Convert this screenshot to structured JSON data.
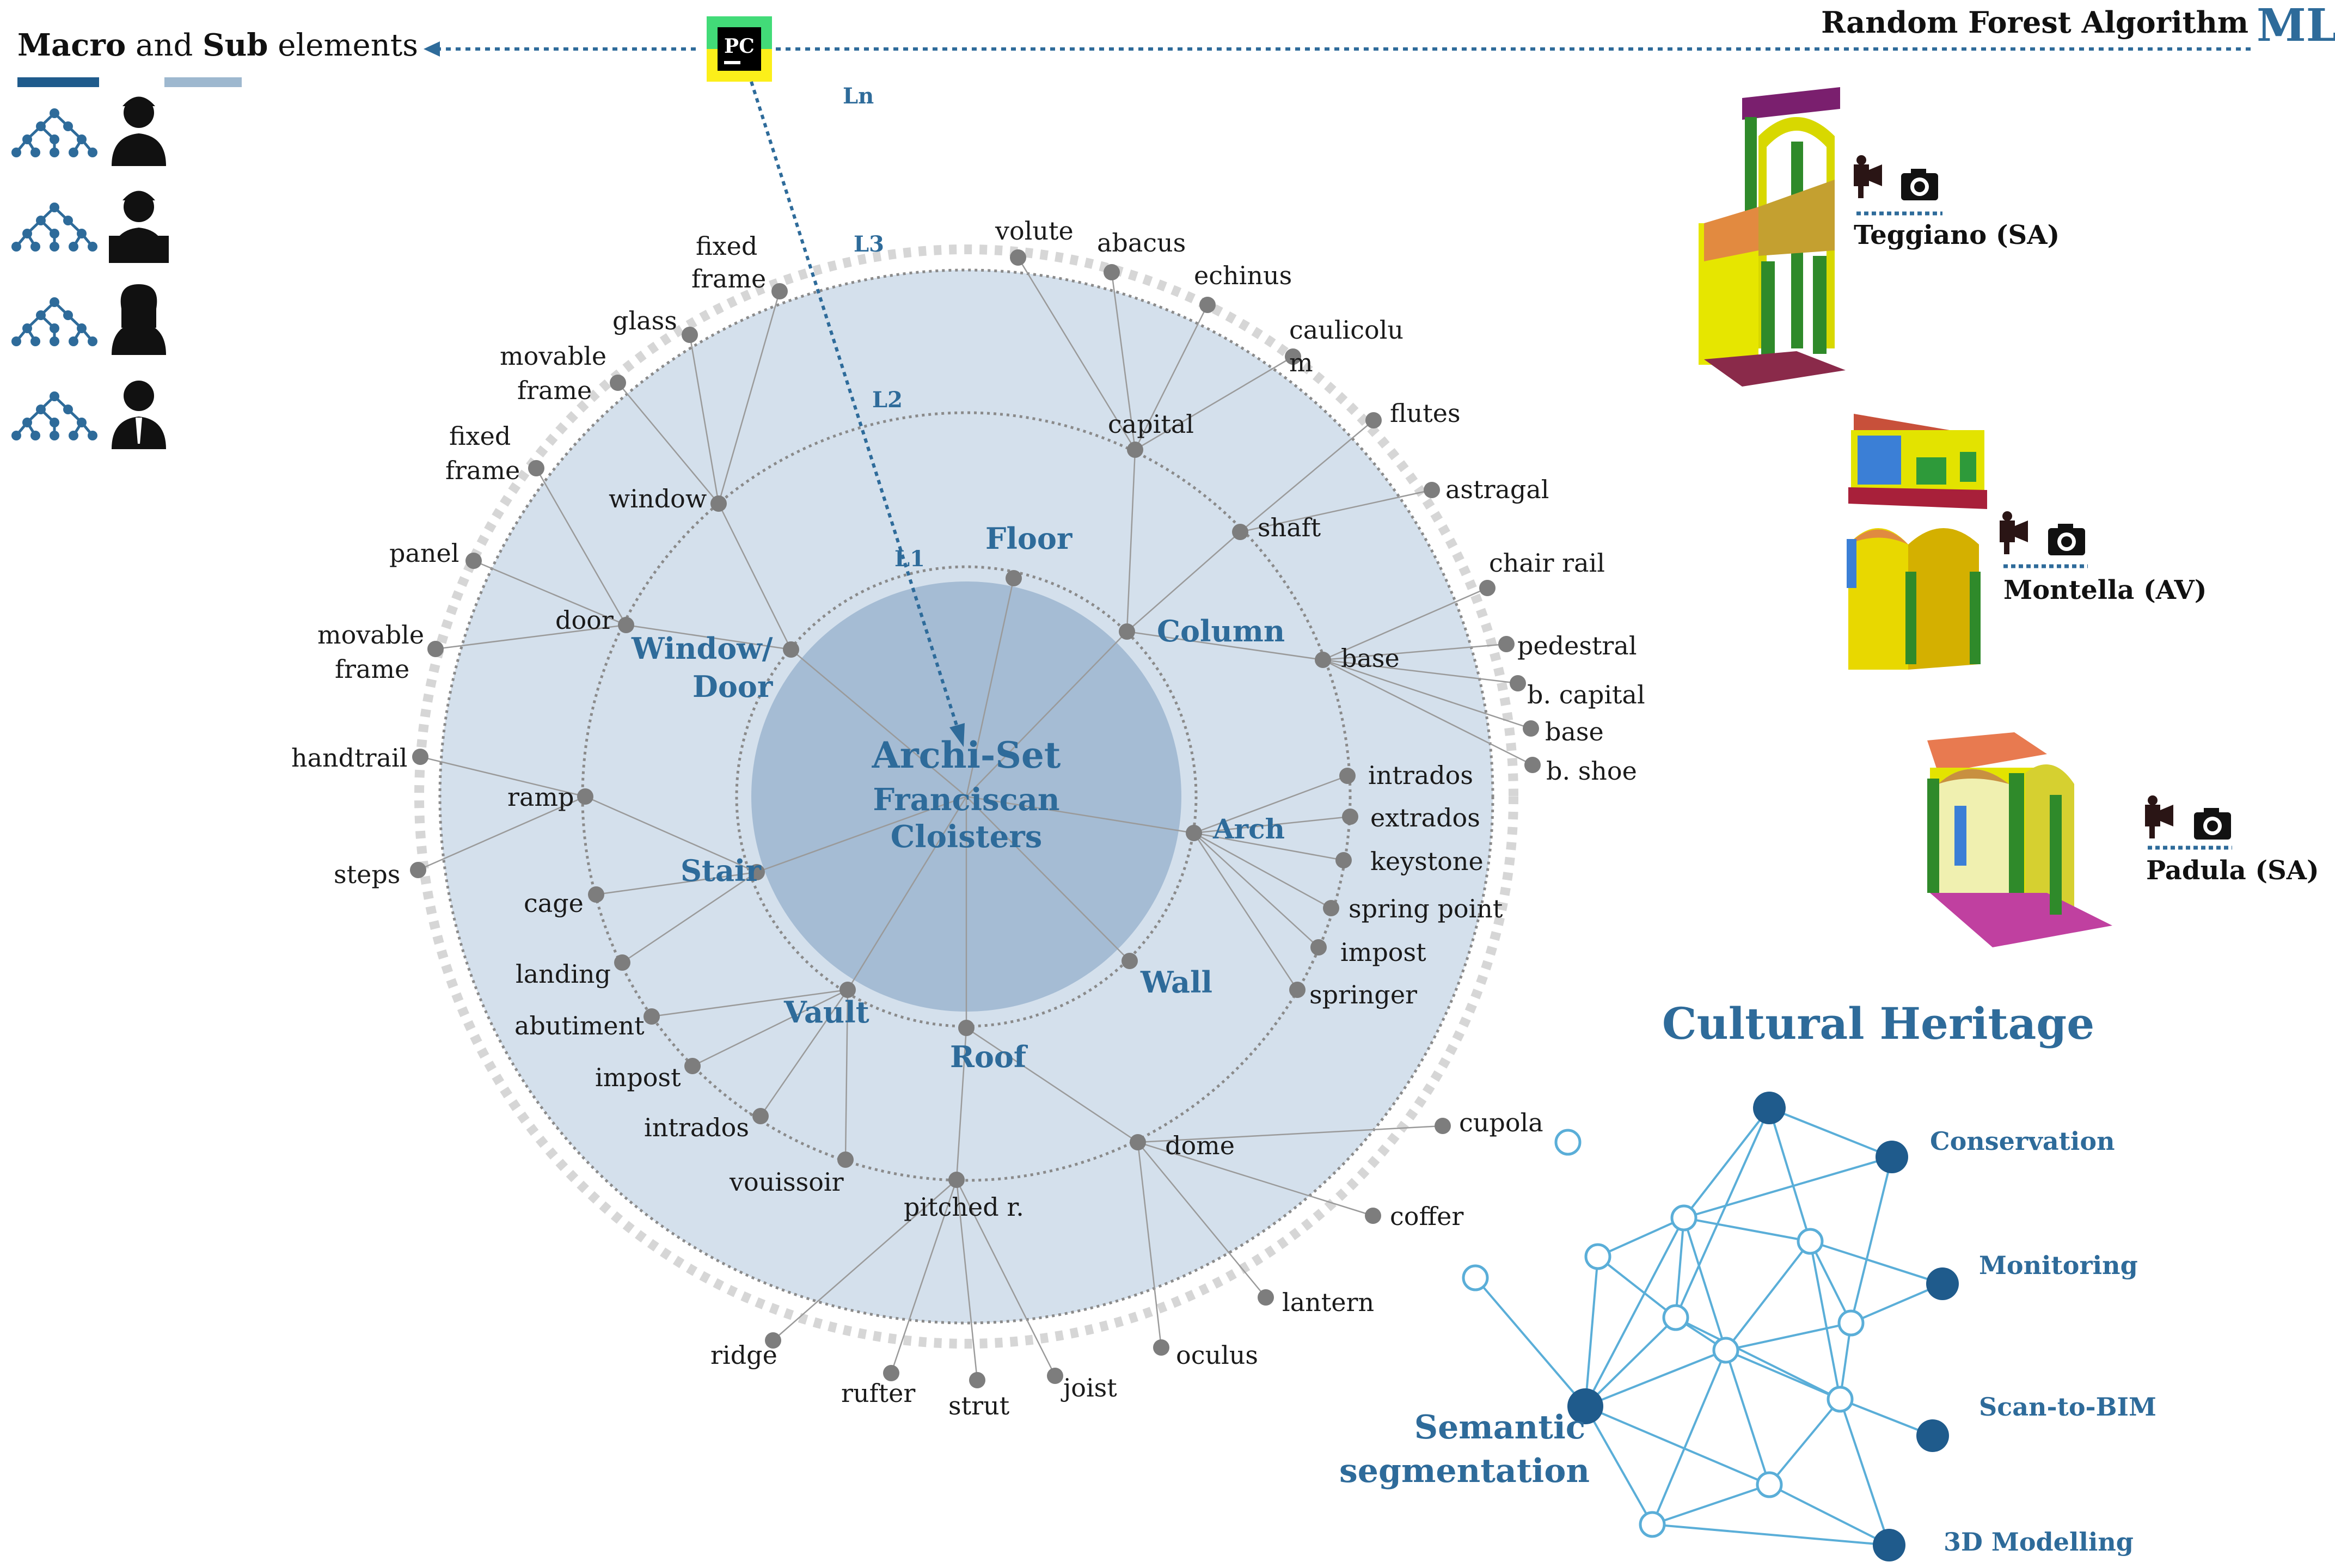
{
  "header": {
    "macro": "Macro",
    "and": " and ",
    "sub": "Sub",
    "elements": " elements",
    "algorithm": "Random Forest Algorithm",
    "ml": "ML",
    "pc_logo": "PC"
  },
  "levels": {
    "ln": "Ln",
    "l3": "L3",
    "l2": "L2",
    "l1": "L1"
  },
  "center": {
    "title": "Archi-Set",
    "line1": "Franciscan",
    "line2": "Cloisters"
  },
  "macro": {
    "floor": "Floor",
    "column": "Column",
    "arch": "Arch",
    "wall": "Wall",
    "roof": "Roof",
    "vault": "Vault",
    "stair": "Stair",
    "window_door_1": "Window/",
    "window_door_2": "Door"
  },
  "l2": {
    "window": "window",
    "door": "door",
    "capital": "capital",
    "shaft": "shaft",
    "base": "base",
    "ramp": "ramp",
    "cage": "cage",
    "landing": "landing",
    "abutiment": "abutiment",
    "impost": "impost",
    "intrados": "intrados",
    "vouissoir": "vouissoir",
    "pitched": "pitched r.",
    "dome": "dome"
  },
  "l3": {
    "fixed_frame_top_1": "fixed",
    "fixed_frame_top_2": "frame",
    "glass": "glass",
    "movable_frame_top_1": "movable",
    "movable_frame_top_2": "frame",
    "fixed_frame_left_1": "fixed",
    "fixed_frame_left_2": "frame",
    "panel": "panel",
    "movable_frame_left_1": "movable",
    "movable_frame_left_2": "frame",
    "handtrail": "handtrail",
    "steps": "steps",
    "volute": "volute",
    "abacus": "abacus",
    "echinus": "echinus",
    "caulicolu_1": "caulicolu",
    "caulicolu_2": "m",
    "flutes": "flutes",
    "astragal": "astragal",
    "chair_rail": "chair rail",
    "pedestral": "pedestral",
    "b_capital": "b. capital",
    "base": "base",
    "b_shoe": "b. shoe",
    "intrados": "intrados",
    "extrados": "extrados",
    "keystone": "keystone",
    "spring_point": "spring point",
    "impost": "impost",
    "springer": "springer",
    "cupola": "cupola",
    "coffer": "coffer",
    "lantern": "lantern",
    "oculus": "oculus",
    "joist": "joist",
    "strut": "strut",
    "rufter": "rufter",
    "ridge": "ridge"
  },
  "sites": [
    "Teggiano (SA)",
    "Montella (AV)",
    "Padula (SA)"
  ],
  "network": {
    "title": "Cultural Heritage",
    "semantic_1": "Semantic",
    "semantic_2": "segmentation",
    "apps": [
      "Conservation",
      "Monitoring",
      "Scan-to-BIM",
      "3D Modelling"
    ]
  },
  "icons": [
    "hierarchy-tree-icon",
    "engineer-icon",
    "technician-laptop-icon",
    "woman-user-icon",
    "businessman-icon",
    "video-camera-icon",
    "photo-camera-icon",
    "pycharm-logo-icon"
  ],
  "colors": {
    "accent": "#2e6b9a",
    "ring_fill": "#d4e0ec",
    "core_fill": "#a5bcd4",
    "network": "#5aaed8",
    "network_fill": "#1f5b8c"
  }
}
